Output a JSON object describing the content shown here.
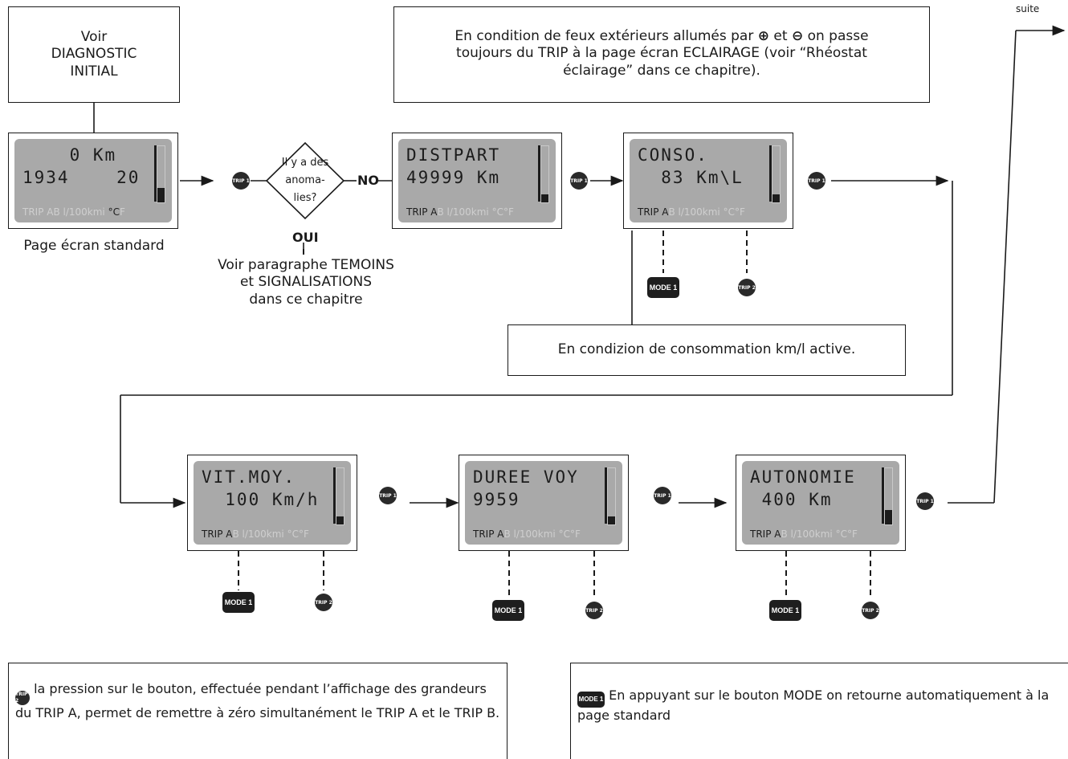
{
  "header": {
    "suite_label": "suite"
  },
  "start_box": {
    "line1": "Voir",
    "line2": "DIAGNOSTIC",
    "line3": "INITIAL"
  },
  "info_box": {
    "text_before": "En condition de feux extérieurs allumés par ",
    "plus_symbol": "⊕",
    "text_and": " et ",
    "minus_symbol": "⊖",
    "text_after": " on passe toujours du TRIP à la page écran ECLAIRAGE (voir “Rhéostat éclairage” dans ce chapitre)."
  },
  "standard_caption": "Page écran standard",
  "decision": {
    "line1": "Il y a des",
    "line2": "anoma-",
    "line3": "lies?",
    "no_label": "NO",
    "yes_label": "OUI"
  },
  "temoins_note": {
    "line1": "Voir paragraphe TEMOINS",
    "line2": "et SIGNALISATIONS",
    "line3": "dans ce chapitre"
  },
  "consumption_note": "En condizion de consommation km/l active.",
  "buttons": {
    "trip1": "TRIP 1",
    "trip2": "TRIP 2",
    "mode1": "MODE 1"
  },
  "screens": {
    "standard": {
      "line1": "    0 Km",
      "line2": "1934    20",
      "foot_dim": "TRIP AB l/100kmi ",
      "foot_dark": "",
      "foot_tail": "°C",
      "foot_tail2": "F"
    },
    "distpart": {
      "line1": "DISTPART",
      "line2": "49999 Km",
      "foot_dark": "TRIP A",
      "foot_dim": "B l/100kmi °C°F"
    },
    "conso": {
      "line1": "CONSO.",
      "line2": "  83 Km\\L",
      "foot_dark": "TRIP A",
      "foot_dim": "B l/100kmi °C°F"
    },
    "vitmoy": {
      "line1": "VIT.MOY.",
      "line2": "  100 Km/h",
      "foot_dark": "TRIP A",
      "foot_dim": "B l/100kmi °C°F"
    },
    "dureevoy": {
      "line1": "DUREE VOY",
      "line2": "9959",
      "foot_dark": "TRIP A",
      "foot_dim": "B l/100kmi °C°F"
    },
    "autonomie": {
      "line1": "AUTONOMIE",
      "line2": " 400 Km",
      "foot_dark": "TRIP A",
      "foot_dim": "B l/100kmi °C°F"
    }
  },
  "legend": {
    "trip2_text": " la pression sur le bouton, effectuée pendant l’affichage des grandeurs du TRIP A, permet de remettre à zéro simultanément le TRIP A et le TRIP B.",
    "mode1_text": " En appuyant sur le bouton MODE on retourne automatiquement à la page standard"
  }
}
